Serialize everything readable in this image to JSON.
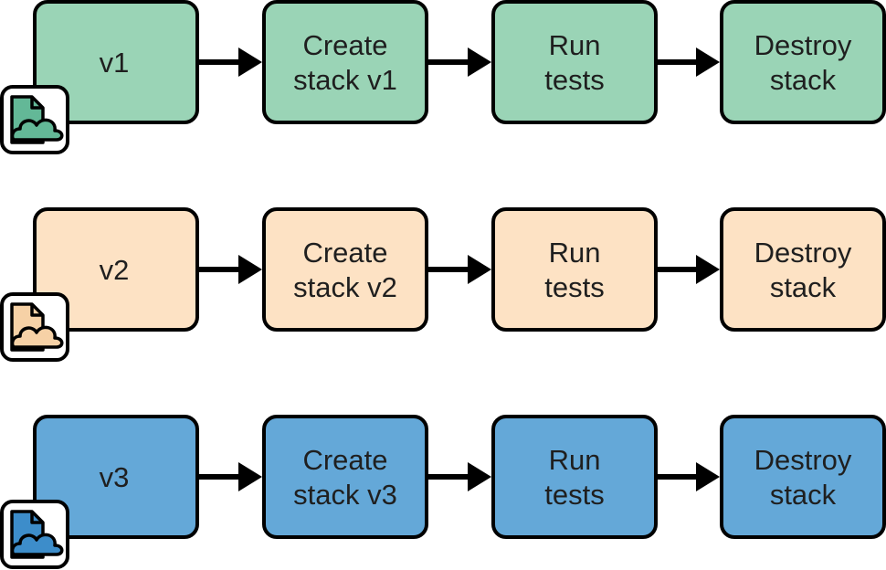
{
  "rows": [
    {
      "version_label": "v1",
      "fill_color": "#9ad4b6",
      "icon_fill": "#63b897",
      "steps": [
        {
          "lines": [
            "Create",
            "stack v1"
          ]
        },
        {
          "lines": [
            "Run",
            "tests"
          ]
        },
        {
          "lines": [
            "Destroy",
            "stack"
          ]
        }
      ]
    },
    {
      "version_label": "v2",
      "fill_color": "#fde2c4",
      "icon_fill": "#f6d1a6",
      "steps": [
        {
          "lines": [
            "Create",
            "stack v2"
          ]
        },
        {
          "lines": [
            "Run",
            "tests"
          ]
        },
        {
          "lines": [
            "Destroy",
            "stack"
          ]
        }
      ]
    },
    {
      "version_label": "v3",
      "fill_color": "#64a8d8",
      "icon_fill": "#3d8dca",
      "steps": [
        {
          "lines": [
            "Create",
            "stack v3"
          ]
        },
        {
          "lines": [
            "Run",
            "tests"
          ]
        },
        {
          "lines": [
            "Destroy",
            "stack"
          ]
        }
      ]
    }
  ],
  "stroke_color": "#000000",
  "icon_name": "stack-definition-file-cloud-icon"
}
